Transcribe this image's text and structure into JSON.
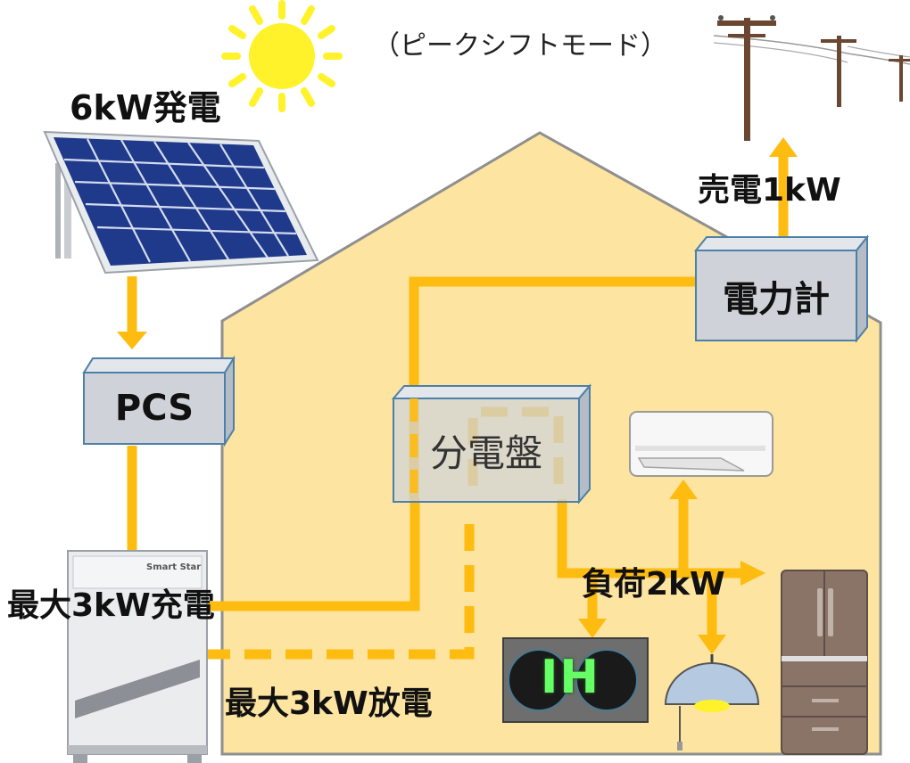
{
  "mode_label": "（ピークシフトモード）",
  "generation_label": "6kW発電",
  "sell_label": "売電1kW",
  "pcs_label": "PCS",
  "meter_label": "電力計",
  "panel_label": "分電盤",
  "charge_label": "最大3kW充電",
  "discharge_label": "最大3kW放電",
  "load_label": "負荷2kW",
  "ih_label": "IH",
  "battery_brand": "Smart Star",
  "colors": {
    "house": "#fde4a0",
    "flow": "#ffbc10",
    "box_face": "#cfd3d9",
    "box_border": "#4d80a8",
    "sun": "#fff22a"
  }
}
